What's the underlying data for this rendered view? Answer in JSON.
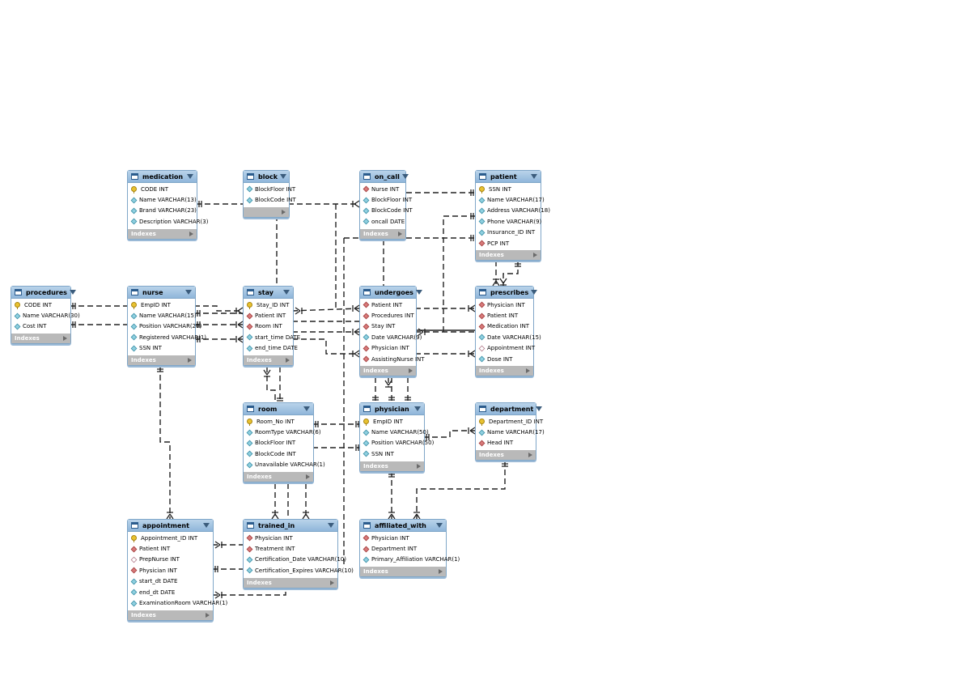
{
  "icons": {
    "table": "table-icon",
    "primary_key": "key-icon",
    "foreign_key": "red-diamond-icon",
    "attribute": "cyan-diamond-icon",
    "nullable": "white-diamond-icon",
    "collapse": "triangle-down-icon",
    "expand": "triangle-right-icon"
  },
  "colors": {
    "header": "#8fb6da",
    "border": "#7fa6c8",
    "footer": "#b9b9b9",
    "fk": "#d87a7a",
    "attribute": "#8fd0e0",
    "pk": "#e8c230"
  },
  "entities": [
    {
      "name": "medication",
      "footer": "Indexes",
      "columns": [
        {
          "key": "pk",
          "label": "CODE INT"
        },
        {
          "key": "attr",
          "label": "Name VARCHAR(13)"
        },
        {
          "key": "attr",
          "label": "Brand VARCHAR(23)"
        },
        {
          "key": "attr",
          "label": "Description VARCHAR(3)"
        }
      ]
    },
    {
      "name": "block",
      "footer": "",
      "columns": [
        {
          "key": "attr",
          "label": "BlockFloor INT"
        },
        {
          "key": "attr",
          "label": "BlockCode INT"
        }
      ]
    },
    {
      "name": "on_call",
      "footer": "Indexes",
      "columns": [
        {
          "key": "fk",
          "label": "Nurse INT"
        },
        {
          "key": "attr",
          "label": "BlockFloor INT"
        },
        {
          "key": "attr",
          "label": "BlockCode INT"
        },
        {
          "key": "attr",
          "label": "oncall DATE"
        }
      ]
    },
    {
      "name": "patient",
      "footer": "Indexes",
      "columns": [
        {
          "key": "pk",
          "label": "SSN INT"
        },
        {
          "key": "attr",
          "label": "Name VARCHAR(17)"
        },
        {
          "key": "attr",
          "label": "Address VARCHAR(18)"
        },
        {
          "key": "attr",
          "label": "Phone VARCHAR(9)"
        },
        {
          "key": "attr",
          "label": "Insurance_ID INT"
        },
        {
          "key": "fk",
          "label": "PCP INT"
        }
      ]
    },
    {
      "name": "procedures",
      "footer": "Indexes",
      "columns": [
        {
          "key": "pk",
          "label": "CODE INT"
        },
        {
          "key": "attr",
          "label": "Name VARCHAR(30)"
        },
        {
          "key": "attr",
          "label": "Cost INT"
        }
      ]
    },
    {
      "name": "nurse",
      "footer": "Indexes",
      "columns": [
        {
          "key": "pk",
          "label": "EmpID INT"
        },
        {
          "key": "attr",
          "label": "Name VARCHAR(15)"
        },
        {
          "key": "attr",
          "label": "Position VARCHAR(20)"
        },
        {
          "key": "attr",
          "label": "Registered VARCHAR(1)"
        },
        {
          "key": "attr",
          "label": "SSN INT"
        }
      ]
    },
    {
      "name": "stay",
      "footer": "Indexes",
      "columns": [
        {
          "key": "pk",
          "label": "Stay_ID INT"
        },
        {
          "key": "fk",
          "label": "Patient INT"
        },
        {
          "key": "fk",
          "label": "Room INT"
        },
        {
          "key": "attr",
          "label": "start_time DATE"
        },
        {
          "key": "attr",
          "label": "end_time DATE"
        }
      ]
    },
    {
      "name": "undergoes",
      "footer": "Indexes",
      "columns": [
        {
          "key": "fk",
          "label": "Patient INT"
        },
        {
          "key": "fk",
          "label": "Procedures INT"
        },
        {
          "key": "fk",
          "label": "Stay INT"
        },
        {
          "key": "attr",
          "label": "Date VARCHAR(9)"
        },
        {
          "key": "fk",
          "label": "Physician INT"
        },
        {
          "key": "fk",
          "label": "AssistingNurse INT"
        }
      ]
    },
    {
      "name": "prescribes",
      "footer": "Indexes",
      "columns": [
        {
          "key": "fk",
          "label": "Physician INT"
        },
        {
          "key": "fk",
          "label": "Patient INT"
        },
        {
          "key": "fk",
          "label": "Medication INT"
        },
        {
          "key": "attr",
          "label": "Date VARCHAR(15)"
        },
        {
          "key": "nul",
          "label": "Appointment INT"
        },
        {
          "key": "attr",
          "label": "Dose INT"
        }
      ]
    },
    {
      "name": "room",
      "footer": "Indexes",
      "columns": [
        {
          "key": "pk",
          "label": "Room_No INT"
        },
        {
          "key": "attr",
          "label": "RoomType VARCHAR(6)"
        },
        {
          "key": "attr",
          "label": "BlockFloor INT"
        },
        {
          "key": "attr",
          "label": "BlockCode INT"
        },
        {
          "key": "attr",
          "label": "Unavailable VARCHAR(1)"
        }
      ]
    },
    {
      "name": "physician",
      "footer": "Indexes",
      "columns": [
        {
          "key": "pk",
          "label": "EmpID INT"
        },
        {
          "key": "attr",
          "label": "Name VARCHAR(50)"
        },
        {
          "key": "attr",
          "label": "Position VARCHAR(50)"
        },
        {
          "key": "attr",
          "label": "SSN INT"
        }
      ]
    },
    {
      "name": "department",
      "footer": "Indexes",
      "columns": [
        {
          "key": "pk",
          "label": "Department_ID INT"
        },
        {
          "key": "attr",
          "label": "Name VARCHAR(17)"
        },
        {
          "key": "fk",
          "label": "Head INT"
        }
      ]
    },
    {
      "name": "appointment",
      "footer": "Indexes",
      "columns": [
        {
          "key": "pk",
          "label": "Appointment_ID INT"
        },
        {
          "key": "fk",
          "label": "Patient INT"
        },
        {
          "key": "nul",
          "label": "PrepNurse INT"
        },
        {
          "key": "fk",
          "label": "Physician INT"
        },
        {
          "key": "attr",
          "label": "start_dt DATE"
        },
        {
          "key": "attr",
          "label": "end_dt DATE"
        },
        {
          "key": "attr",
          "label": "ExaminationRoom VARCHAR(1)"
        }
      ]
    },
    {
      "name": "trained_in",
      "footer": "Indexes",
      "columns": [
        {
          "key": "fk",
          "label": "Physician INT"
        },
        {
          "key": "fk",
          "label": "Treatment INT"
        },
        {
          "key": "attr",
          "label": "Certification_Date VARCHAR(10)"
        },
        {
          "key": "attr",
          "label": "Certification_Expires VARCHAR(10)"
        }
      ]
    },
    {
      "name": "affiliated_with",
      "footer": "Indexes",
      "columns": [
        {
          "key": "fk",
          "label": "Physician INT"
        },
        {
          "key": "fk",
          "label": "Department INT"
        },
        {
          "key": "attr",
          "label": "Primary_Affiliation VARCHAR(1)"
        }
      ]
    }
  ]
}
